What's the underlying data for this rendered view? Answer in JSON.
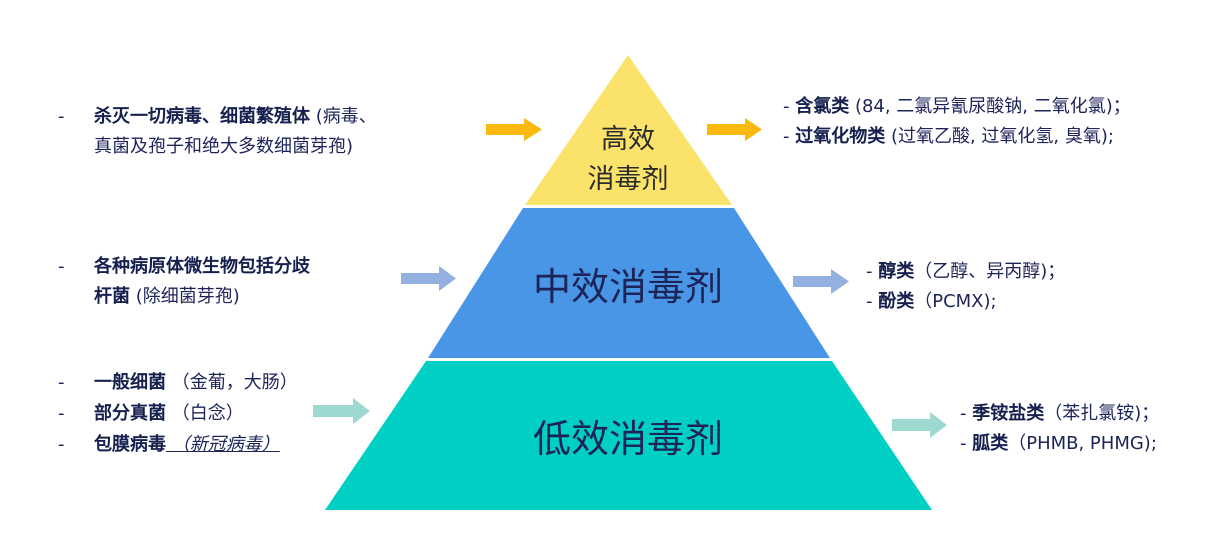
{
  "pyramid": {
    "tiers": [
      {
        "id": "high",
        "label_lines": [
          "高效",
          "消毒剂"
        ],
        "color": "#fbe36b"
      },
      {
        "id": "mid",
        "label": "中效消毒剂",
        "color": "#4a96e6"
      },
      {
        "id": "low",
        "label": "低效消毒剂",
        "color": "#00d0c3"
      }
    ]
  },
  "arrows": {
    "high_color": "#fbb90f",
    "mid_color": "#93b1e0",
    "low_color": "#9dd9d1"
  },
  "left": {
    "high": {
      "dash": "-",
      "bold": "杀灭一切病毒、细菌繁殖体",
      "normal1": " (病毒、",
      "normal2": "真菌及孢子和绝大多数细菌芽孢)"
    },
    "mid": {
      "dash": "-",
      "bold1": "各种病原体微生物包括分歧",
      "bold2": "杆菌",
      "normal": " (除细菌芽孢)"
    },
    "low": [
      {
        "dash": "-",
        "bold": "一般细菌",
        "normal": " （金葡，大肠）"
      },
      {
        "dash": "-",
        "bold": "部分真菌",
        "normal": " （白念）"
      },
      {
        "dash": "-",
        "bold": "包膜病毒",
        "italic": " （新冠病毒）"
      }
    ]
  },
  "right": {
    "high": [
      {
        "dash": "- ",
        "bold": "含氯类",
        "normal": " (84, 二氯异氰尿酸钠, 二氧化氯)；"
      },
      {
        "dash": "- ",
        "bold": "过氧化物类",
        "normal": " (过氧乙酸, 过氧化氢, 臭氧);"
      }
    ],
    "mid": [
      {
        "dash": "- ",
        "bold": "醇类",
        "normal": "（乙醇、异丙醇)；"
      },
      {
        "dash": "- ",
        "bold": "酚类",
        "normal": "（PCMX);"
      }
    ],
    "low": [
      {
        "dash": "- ",
        "bold": "季铵盐类",
        "normal": "（苯扎氯铵)；"
      },
      {
        "dash": "- ",
        "bold": "胍类",
        "normal": "（PHMB, PHMG);"
      }
    ]
  }
}
